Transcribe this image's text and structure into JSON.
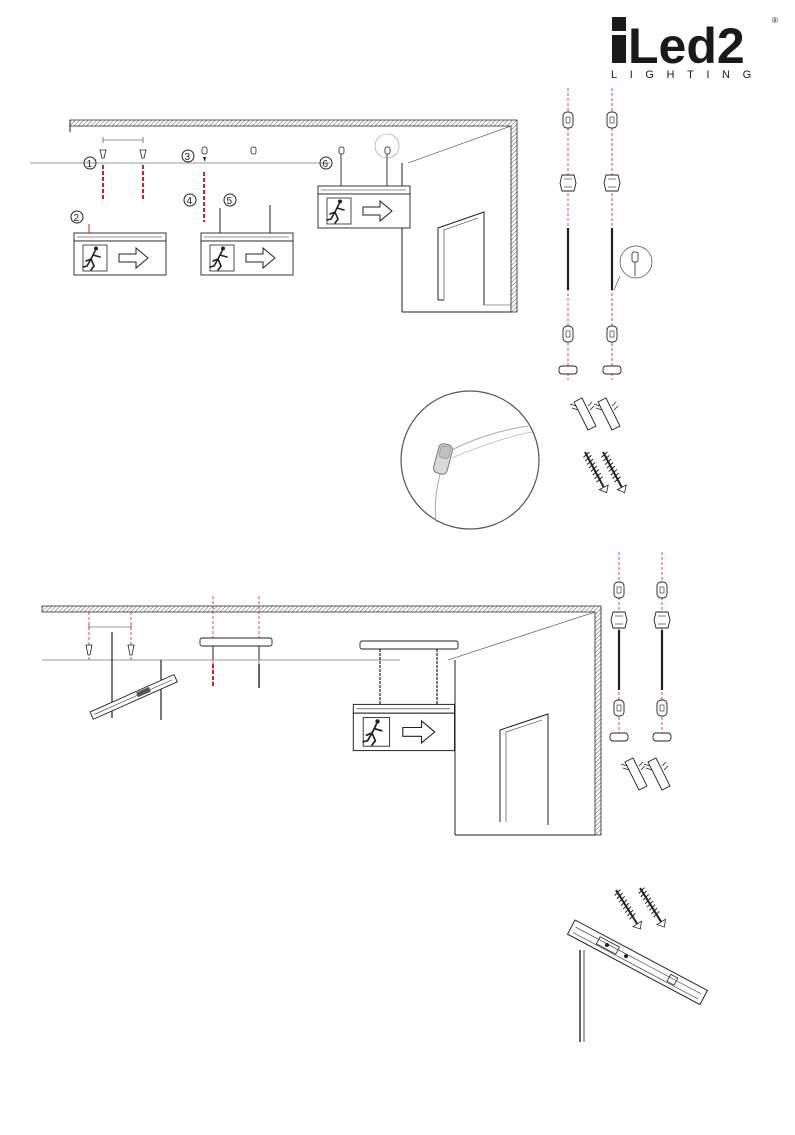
{
  "brand": {
    "name": "Led2",
    "tagline": "LIGHTING",
    "registered_mark": "®"
  },
  "steps": {
    "s1": "1",
    "s2": "2",
    "s3": "3",
    "s4": "4",
    "s5": "5",
    "s6": "6"
  },
  "colors": {
    "ink": "#222222",
    "axis": "#d0202a",
    "sign_green": "#ffffff"
  },
  "icons": [
    "running-man-icon",
    "arrow-right-icon",
    "screw-icon",
    "wall-plug-icon",
    "cable-gripper-icon"
  ]
}
